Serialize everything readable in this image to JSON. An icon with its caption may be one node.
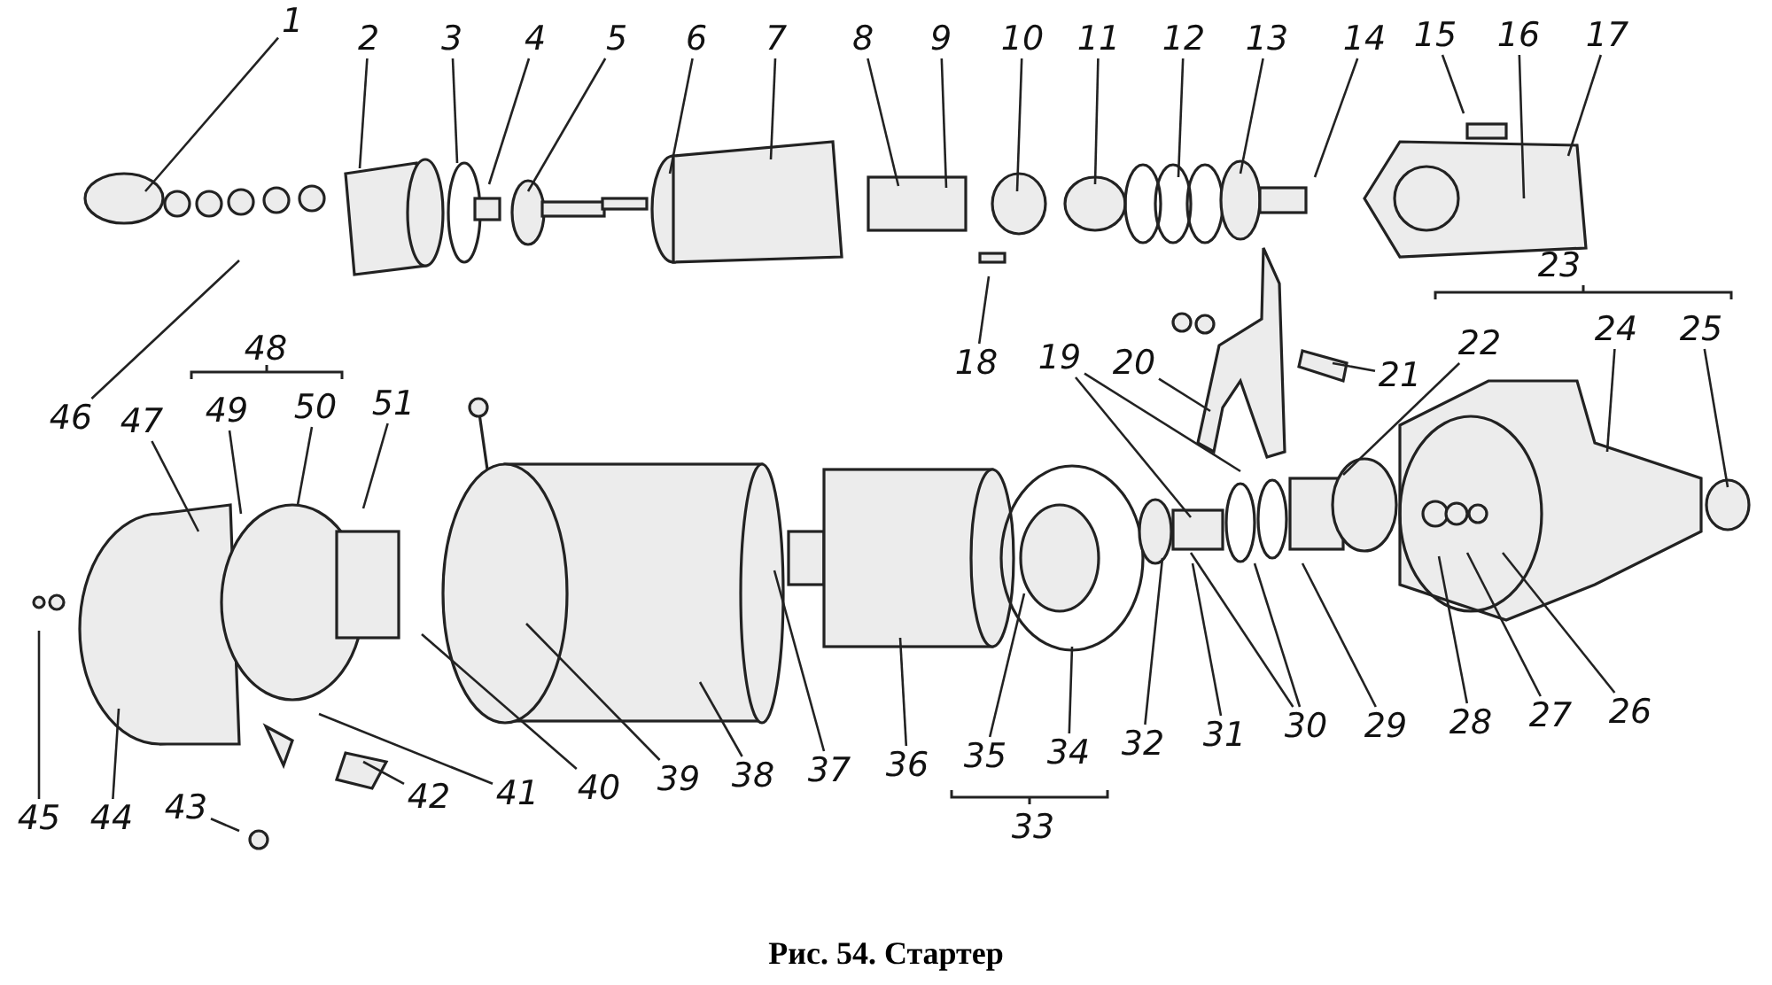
{
  "diagram": {
    "caption": "Рис. 54. Стартер",
    "nodes": [
      {
        "text": [
          "1"
        ]
      },
      {
        "text": [
          "2"
        ]
      },
      {
        "text": [
          "3"
        ]
      },
      {
        "text": [
          "4"
        ]
      },
      {
        "text": [
          "5"
        ]
      },
      {
        "text": [
          "6"
        ]
      },
      {
        "text": [
          "7"
        ]
      },
      {
        "text": [
          "8"
        ]
      },
      {
        "text": [
          "9"
        ]
      },
      {
        "text": [
          "10"
        ]
      },
      {
        "text": [
          "11"
        ]
      },
      {
        "text": [
          "12"
        ]
      },
      {
        "text": [
          "13"
        ]
      },
      {
        "text": [
          "14"
        ]
      },
      {
        "text": [
          "15"
        ]
      },
      {
        "text": [
          "16"
        ]
      },
      {
        "text": [
          "17"
        ]
      },
      {
        "text": [
          "18"
        ]
      },
      {
        "text": [
          "19"
        ]
      },
      {
        "text": [
          "20"
        ]
      },
      {
        "text": [
          "21"
        ]
      },
      {
        "text": [
          "22"
        ]
      },
      {
        "text": [
          "24"
        ]
      },
      {
        "text": [
          "25"
        ]
      },
      {
        "text": [
          "26"
        ]
      },
      {
        "text": [
          "27"
        ]
      },
      {
        "text": [
          "28"
        ]
      },
      {
        "text": [
          "29"
        ]
      },
      {
        "text": [
          "30"
        ]
      },
      {
        "text": [
          "31"
        ]
      },
      {
        "text": [
          "32"
        ]
      },
      {
        "text": [
          "34"
        ]
      },
      {
        "text": [
          "35"
        ]
      },
      {
        "text": [
          "36"
        ]
      },
      {
        "text": [
          "37"
        ]
      },
      {
        "text": [
          "38"
        ]
      },
      {
        "text": [
          "39"
        ]
      },
      {
        "text": [
          "40"
        ]
      },
      {
        "text": [
          "41"
        ]
      },
      {
        "text": [
          "42"
        ]
      },
      {
        "text": [
          "43"
        ]
      },
      {
        "text": [
          "44"
        ]
      },
      {
        "text": [
          "45"
        ]
      },
      {
        "text": [
          "46"
        ]
      },
      {
        "text": [
          "47"
        ]
      },
      {
        "text": [
          "49"
        ]
      },
      {
        "text": [
          "50"
        ]
      },
      {
        "text": [
          "51"
        ]
      }
    ],
    "edges": [
      {
        "from": 0,
        "to": null,
        "arrow": "none"
      },
      {
        "from": 1,
        "to": null,
        "arrow": "none"
      },
      {
        "from": 2,
        "to": null,
        "arrow": "none"
      },
      {
        "from": 3,
        "to": null,
        "arrow": "none"
      },
      {
        "from": 4,
        "to": null,
        "arrow": "none"
      },
      {
        "from": 5,
        "to": null,
        "arrow": "none"
      },
      {
        "from": 6,
        "to": null,
        "arrow": "none"
      },
      {
        "from": 7,
        "to": null,
        "arrow": "none"
      },
      {
        "from": 8,
        "to": null,
        "arrow": "none"
      },
      {
        "from": 9,
        "to": null,
        "arrow": "none"
      },
      {
        "from": 10,
        "to": null,
        "arrow": "none"
      },
      {
        "from": 11,
        "to": null,
        "arrow": "none"
      },
      {
        "from": 12,
        "to": null,
        "arrow": "none"
      },
      {
        "from": 13,
        "to": null,
        "arrow": "none"
      },
      {
        "from": 14,
        "to": null,
        "arrow": "none"
      },
      {
        "from": 15,
        "to": null,
        "arrow": "none"
      },
      {
        "from": 16,
        "to": null,
        "arrow": "none"
      },
      {
        "from": 17,
        "to": null,
        "arrow": "none"
      },
      {
        "from": 18,
        "to": null,
        "arrow": "none"
      },
      {
        "from": 18,
        "to": null,
        "arrow": "none"
      },
      {
        "from": 19,
        "to": null,
        "arrow": "none"
      },
      {
        "from": 20,
        "to": null,
        "arrow": "none"
      },
      {
        "from": 21,
        "to": null,
        "arrow": "none"
      },
      {
        "from": 22,
        "to": null,
        "arrow": "none"
      },
      {
        "from": 23,
        "to": null,
        "arrow": "none"
      },
      {
        "from": 24,
        "to": null,
        "arrow": "none"
      },
      {
        "from": 25,
        "to": null,
        "arrow": "none"
      },
      {
        "from": 26,
        "to": null,
        "arrow": "none"
      },
      {
        "from": 27,
        "to": null,
        "arrow": "none"
      },
      {
        "from": 28,
        "to": null,
        "arrow": "none"
      },
      {
        "from": 28,
        "to": null,
        "arrow": "none"
      },
      {
        "from": 29,
        "to": null,
        "arrow": "none"
      },
      {
        "from": 30,
        "to": null,
        "arrow": "none"
      },
      {
        "from": 31,
        "to": null,
        "arrow": "none"
      },
      {
        "from": 32,
        "to": null,
        "arrow": "none"
      },
      {
        "from": 33,
        "to": null,
        "arrow": "none"
      },
      {
        "from": 34,
        "to": null,
        "arrow": "none"
      },
      {
        "from": 35,
        "to": null,
        "arrow": "none"
      },
      {
        "from": 36,
        "to": null,
        "arrow": "none"
      },
      {
        "from": 37,
        "to": null,
        "arrow": "none"
      },
      {
        "from": 38,
        "to": null,
        "arrow": "none"
      },
      {
        "from": 39,
        "to": null,
        "arrow": "none"
      },
      {
        "from": 40,
        "to": null,
        "arrow": "none"
      },
      {
        "from": 41,
        "to": null,
        "arrow": "none"
      },
      {
        "from": 42,
        "to": null,
        "arrow": "none"
      },
      {
        "from": 43,
        "to": null,
        "arrow": "none"
      },
      {
        "from": 44,
        "to": null,
        "arrow": "none"
      },
      {
        "from": 45,
        "to": null,
        "arrow": "none"
      },
      {
        "from": 46,
        "to": null,
        "arrow": "none"
      },
      {
        "from": 47,
        "to": null,
        "arrow": "none"
      }
    ],
    "labels": [
      "23",
      "48",
      "33"
    ]
  }
}
